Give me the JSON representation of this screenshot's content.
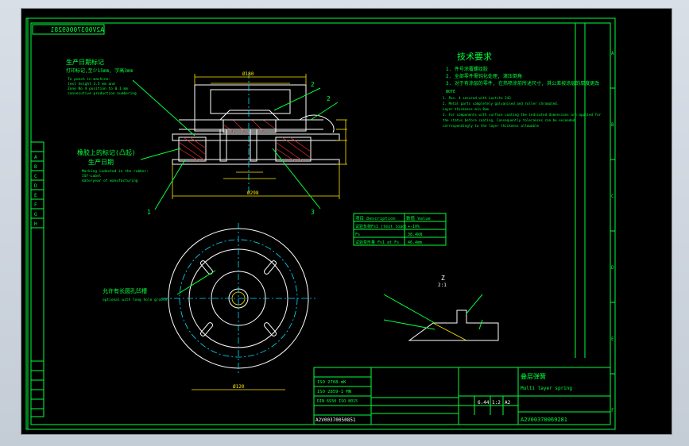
{
  "drawing": {
    "doc_number_mirrored": "A2V00370069281",
    "tech_req_title": "技术要求",
    "tech_req_cn": [
      "1. 件号涂覆螺纹胶",
      "2. 全部零件需钝化处理, 滚压倒角",
      "3. 对于有涂层的零件, 在热喷涂前所述尺寸, 其公差按涂层的厚度更改"
    ],
    "tech_req_en_title": "NOTE",
    "tech_req_en": [
      "1. Pos. 4 secured with Loctite 243",
      "2. Metal parts completely galvanised and roller chromated.",
      "   Layer thickness min 8um",
      "3. For components with surface coating the indicated dimensions are applied for",
      "   the status before coating. Consequently tolerances can be exceeded",
      "   correspondingly to the layer thickness allowable"
    ],
    "note_left_cn": "生产日期标记",
    "note_left_cn2": "打印标记,至少15mm, 字高3mm",
    "note_left_en": [
      "To punch in machine:",
      "text height 3.5 mm and",
      "Zone No 4 position to 0.1 mm",
      "consecutive production numbering"
    ],
    "note_mid_cn": "橡胶上的标记(凸起)",
    "note_mid_cn2": "生产日期",
    "note_mid_en": [
      "Marking indented in the rubber:",
      "ISF-Label",
      "date/year of manufacturing"
    ],
    "note_bottom_cn": "允许有长圆孔凹槽",
    "note_bottom_en": "optional with long hole groove",
    "detail_label": "Z",
    "detail_scale": "2:1",
    "table": {
      "headers": [
        "项目 Description",
        "数值 Value"
      ],
      "rows": [
        [
          "试验负荷Fs1 (test load)",
          "+-10%"
        ],
        [
          "Fs",
          "38.4kN"
        ],
        [
          "试验变形量 Fs1 at Fs",
          "46.4mm"
        ]
      ]
    },
    "title_block": {
      "name_cn": "叠层弹簧",
      "name_en": "Multi layer spring",
      "doc_number": "A2V00370069281",
      "scale": "1:2",
      "sheet": "A2",
      "weight": "6.44",
      "std_1": "ISO 2768-mK",
      "std_2": "ISO 2859-1 MN",
      "std_3": "DIN 6930 ISO 8015",
      "left_code": "A2V00370050851"
    },
    "dims": {
      "d_top": "Ø180",
      "d_base": "Ø298",
      "d_bottom": "Ø120",
      "label_1": "1",
      "label_2": "2",
      "label_3": "2",
      "label_4": "3"
    },
    "rev_letters": [
      "A",
      "B",
      "C",
      "D",
      "E",
      "F",
      "G",
      "H"
    ],
    "zone_right": [
      "A",
      "B",
      "C",
      "D",
      "E",
      "F"
    ]
  }
}
